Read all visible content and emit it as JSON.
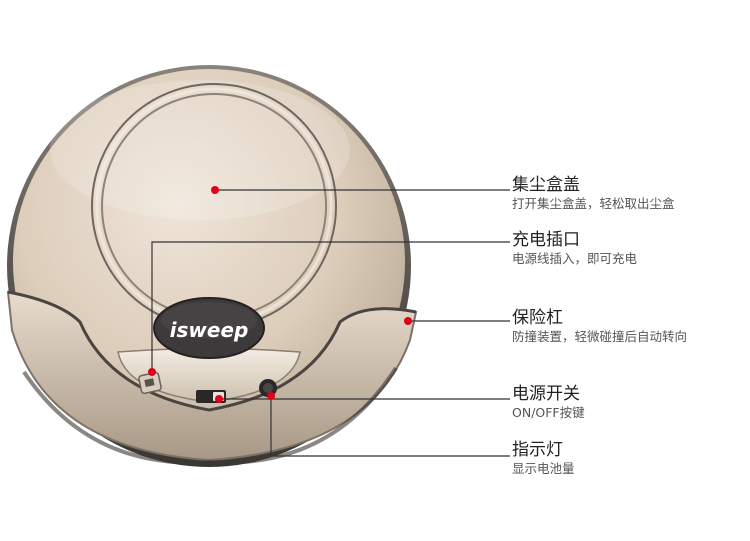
{
  "brand": {
    "logo_text": "isweep"
  },
  "callouts": [
    {
      "title": "集尘盒盖",
      "desc": "打开集尘盒盖，轻松取出尘盒"
    },
    {
      "title": "充电插口",
      "desc": "电源线插入，即可充电"
    },
    {
      "title": "保险杠",
      "desc": "防撞装置，轻微碰撞后自动转向"
    },
    {
      "title": "电源开关",
      "desc": "ON/OFF按键"
    },
    {
      "title": "指示灯",
      "desc": "显示电池量"
    }
  ],
  "colors": {
    "shell": "#dcccb9",
    "shell_dark": "#9a8b7a",
    "rim": "#5a5550",
    "accent_dot": "#e0001a",
    "line": "#333333",
    "logo_badge": "#3d3a3b"
  }
}
